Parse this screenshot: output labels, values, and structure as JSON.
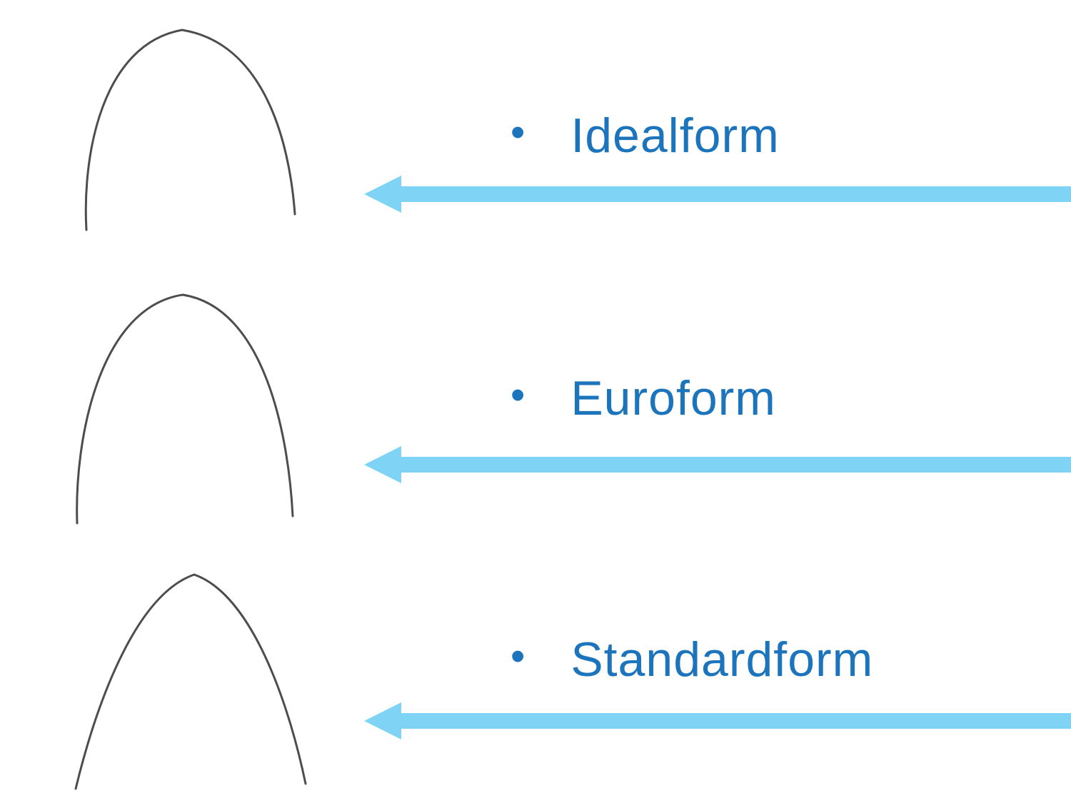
{
  "slide": {
    "bullet": "•",
    "items": [
      {
        "label": "Idealform"
      },
      {
        "label": "Euroform"
      },
      {
        "label": "Standardform"
      }
    ],
    "icons": {
      "arch_top": "archwire-shape-idealform",
      "arch_middle": "archwire-shape-euroform",
      "arch_bottom": "archwire-shape-standardform",
      "arrow": "left-arrow-icon"
    },
    "colors": {
      "label_text": "#1C75BC",
      "arrow": "#7FD4F6",
      "wire": "#4D4D4D",
      "background": "#FFFFFF"
    }
  }
}
